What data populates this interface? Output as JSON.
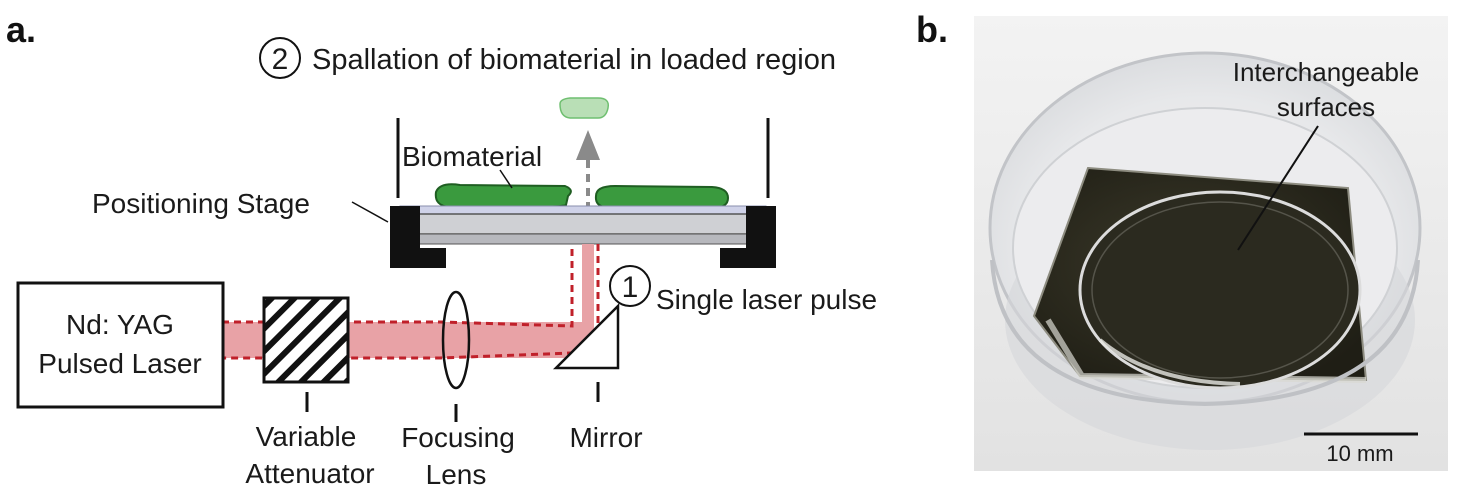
{
  "panel_a": {
    "letter": "a.",
    "step2_number": "2",
    "step2_text": "Spallation of biomaterial in loaded region",
    "step1_number": "1",
    "step1_text": "Single laser pulse",
    "biomaterial_label": "Biomaterial",
    "stage_label": "Positioning Stage",
    "laser_line1": "Nd: YAG",
    "laser_line2": "Pulsed Laser",
    "attenuator_line1": "Variable",
    "attenuator_line2": "Attenuator",
    "lens_line1": "Focusing",
    "lens_line2": "Lens",
    "mirror_label": "Mirror"
  },
  "panel_b": {
    "letter": "b.",
    "annotation_line1": "Interchangeable",
    "annotation_line2": "surfaces",
    "scale_bar_label": "10 mm"
  },
  "colors": {
    "beam_fill": "#e8a2a6",
    "beam_outline": "#c0202a",
    "biomaterial": "#3a9a3e",
    "spall_fragment": "#b9dfb6",
    "stage_grey": "#cfd0d4",
    "black": "#111111"
  }
}
